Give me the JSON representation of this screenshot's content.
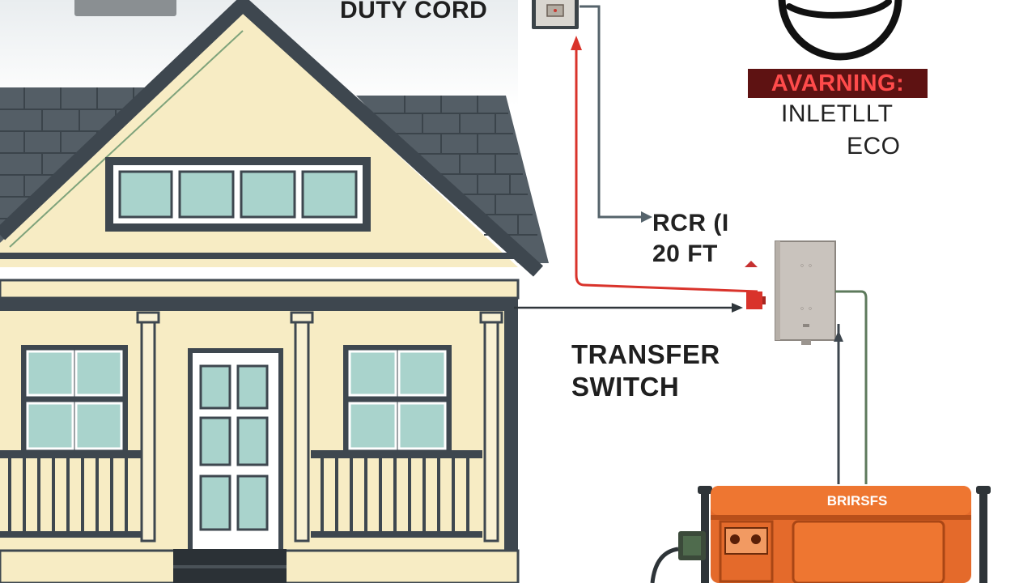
{
  "labels": {
    "duty_cord": "DUTY CORD",
    "rcr_line1": "RCR (I",
    "rcr_line2": "20 FT",
    "transfer_line1": "TRANSFER",
    "transfer_line2": "SWITCH",
    "warning": "AVARNING:",
    "inlet": "INLETLLT",
    "eco": "ECO",
    "generator_brand": "BRIRSFS"
  },
  "colors": {
    "wall": "#f7ecc4",
    "trim": "#3e474f",
    "roof": "#576168",
    "window_glass": "#a9d3cc",
    "cord_red": "#d9332b",
    "wire_gray": "#55636b",
    "generator": "#e46a2b",
    "warning_bg": "#5e1212",
    "warning_text": "#ff4b4b"
  }
}
